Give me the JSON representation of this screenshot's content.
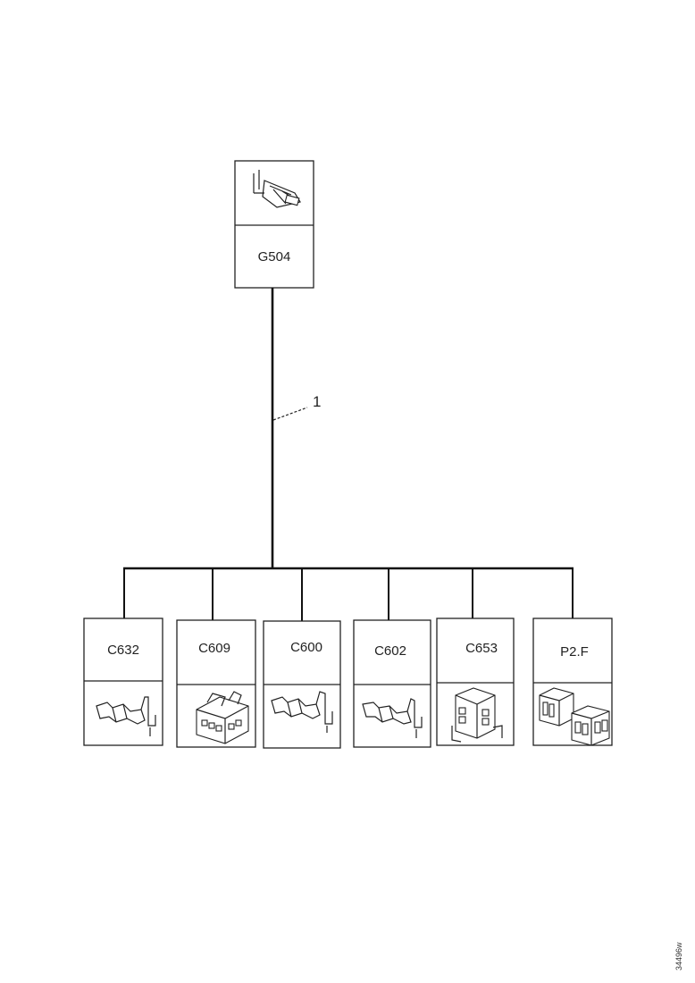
{
  "diagram": {
    "source_connector": {
      "label": "G504",
      "icon": "terminal-connector-icon"
    },
    "wire_callout": "1",
    "connectors": [
      {
        "label": "C632",
        "icon": "pin-terminal-icon"
      },
      {
        "label": "C609",
        "icon": "multi-pin-housing-icon"
      },
      {
        "label": "C600",
        "icon": "pin-terminal-icon"
      },
      {
        "label": "C602",
        "icon": "pin-terminal-icon"
      },
      {
        "label": "C653",
        "icon": "multi-pin-housing-icon"
      },
      {
        "label": "P2.F",
        "icon": "fuse-block-icon"
      }
    ],
    "side_code": "34496w"
  },
  "colors": {
    "line": "#111111",
    "background": "#ffffff"
  }
}
